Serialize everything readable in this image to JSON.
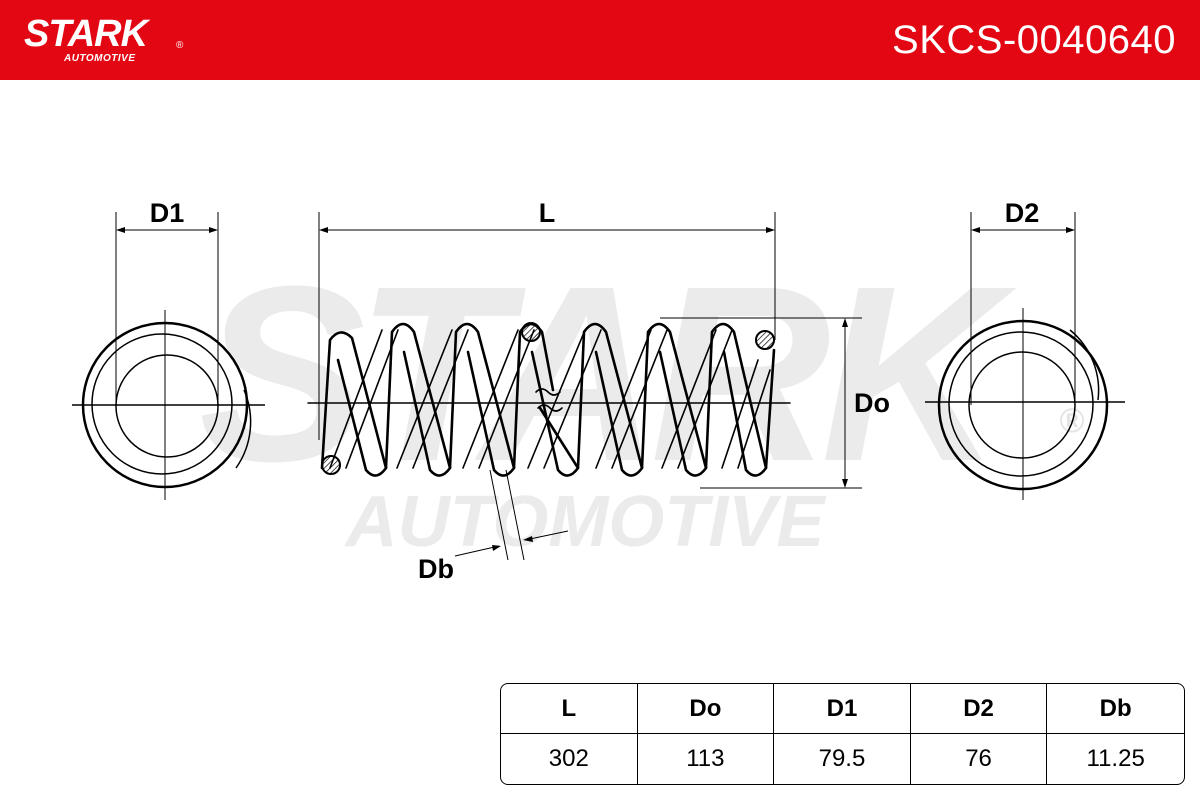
{
  "header": {
    "brand_main": "STARK",
    "brand_reg": "®",
    "brand_sub": "AUTOMOTIVE",
    "part_number": "SKCS-0040640",
    "background_color": "#e30613"
  },
  "watermark": {
    "line1": "STARK",
    "line2": "AUTOMOTIVE",
    "reg": "®"
  },
  "dimension_labels": {
    "d1": "D1",
    "length": "L",
    "d2": "D2",
    "outer_diameter": "Do",
    "wire_diameter": "Db"
  },
  "spec_table": {
    "headers": [
      "L",
      "Do",
      "D1",
      "D2",
      "Db"
    ],
    "values": [
      "302",
      "113",
      "79.5",
      "76",
      "11.25"
    ]
  }
}
